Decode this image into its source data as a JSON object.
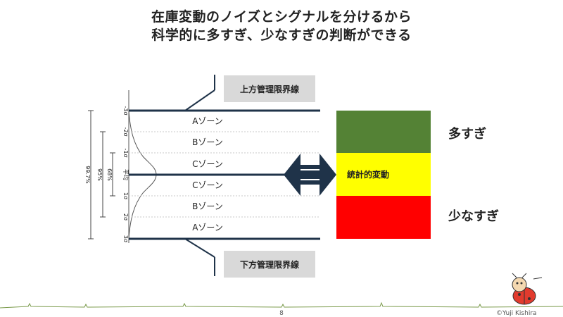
{
  "title": {
    "line1": "在庫変動のノイズとシグナルを分けるから",
    "line2": "科学的に多すぎ、少なすぎの判断ができる"
  },
  "control_chart": {
    "upper_limit_label": "上方管理限界線",
    "lower_limit_label": "下方管理限界線",
    "zones": [
      "Aゾーン",
      "Bゾーン",
      "Cゾーン",
      "Cゾーン",
      "Bゾーン",
      "Aゾーン"
    ],
    "sigma_labels": [
      "-3σ",
      "-2σ",
      "-1σ",
      "平均",
      "1σ",
      "2σ",
      "3σ"
    ],
    "coverage_labels": [
      "68%",
      "95%",
      "99.7%"
    ]
  },
  "status_bar": {
    "segments": [
      {
        "label": "多すぎ",
        "color": "#548235"
      },
      {
        "label": "統計的変動",
        "color": "#ffff00"
      },
      {
        "label": "少なすぎ",
        "color": "#ff0000"
      }
    ]
  },
  "colors": {
    "line": "#1f3349",
    "arrow": "#1f3349",
    "box_fill": "#d9d9d9"
  },
  "footer": {
    "page_number": "8",
    "credit": "©Yuji Kishira"
  }
}
